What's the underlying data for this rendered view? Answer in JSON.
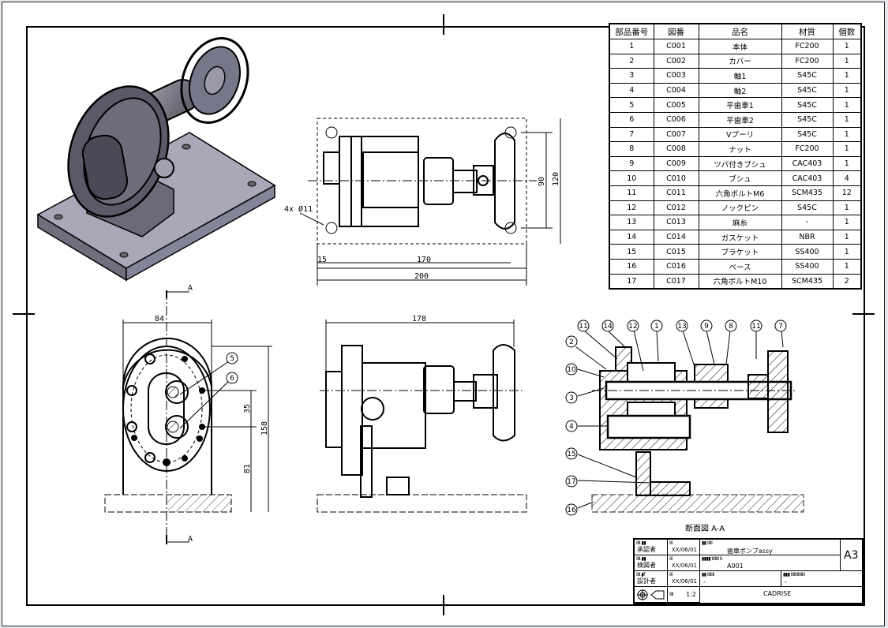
{
  "drawing": {
    "title": "歯車ポンプassy",
    "drawing_number": "A001",
    "sheet_size": "A3",
    "scale_label": "1:2",
    "company": "CADRISE",
    "section_caption": "断面図 A-A",
    "section_marker": "A",
    "hole_note": "4x Ø11"
  },
  "bom": {
    "headers": [
      "部品番号",
      "図番",
      "品名",
      "材質",
      "個数"
    ],
    "rows": [
      [
        "1",
        "C001",
        "本体",
        "FC200",
        "1"
      ],
      [
        "2",
        "C002",
        "カバー",
        "FC200",
        "1"
      ],
      [
        "3",
        "C003",
        "軸1",
        "S45C",
        "1"
      ],
      [
        "4",
        "C004",
        "軸2",
        "S45C",
        "1"
      ],
      [
        "5",
        "C005",
        "平歯車1",
        "S45C",
        "1"
      ],
      [
        "6",
        "C006",
        "平歯車2",
        "S45C",
        "1"
      ],
      [
        "7",
        "C007",
        "Vプーリ",
        "S45C",
        "1"
      ],
      [
        "8",
        "C008",
        "ナット",
        "FC200",
        "1"
      ],
      [
        "9",
        "C009",
        "ツバ付きブシュ",
        "CAC403",
        "1"
      ],
      [
        "10",
        "C010",
        "ブシュ",
        "CAC403",
        "4"
      ],
      [
        "11",
        "C011",
        "六角ボルトM6",
        "SCM435",
        "12"
      ],
      [
        "12",
        "C012",
        "ノックピン",
        "S45C",
        "1"
      ],
      [
        "13",
        "C013",
        "麻糸",
        "-",
        "1"
      ],
      [
        "14",
        "C014",
        "ガスケット",
        "NBR",
        "1"
      ],
      [
        "15",
        "C015",
        "ブラケット",
        "SS400",
        "1"
      ],
      [
        "16",
        "C016",
        "ベース",
        "SS400",
        "1"
      ],
      [
        "17",
        "C017",
        "六角ボルトM10",
        "SCM435",
        "2"
      ]
    ]
  },
  "title_block": {
    "approver_label": "承認者",
    "checker_label": "検図者",
    "designer_label": "設計者",
    "approver_date": "XX/06/01",
    "checker_date": "XX/06/01",
    "designer_date": "XX/06/01",
    "field_dash_1": "-",
    "field_dash_2": "-"
  },
  "dimensions": {
    "top_view": {
      "width_overall": "200",
      "hole_pitch_x": "170",
      "edge_offset": "15",
      "hole_pitch_y": "90",
      "height_overall": "120"
    },
    "front_view": {
      "width": "84",
      "gear_pitch": "35",
      "shaft_height": "81",
      "height_overall": "158"
    },
    "side_view": {
      "length_overall": "178"
    }
  },
  "balloons": [
    "11",
    "14",
    "12",
    "1",
    "13",
    "9",
    "8",
    "11",
    "7",
    "2",
    "10",
    "3",
    "4",
    "15",
    "17",
    "16",
    "5",
    "6"
  ]
}
